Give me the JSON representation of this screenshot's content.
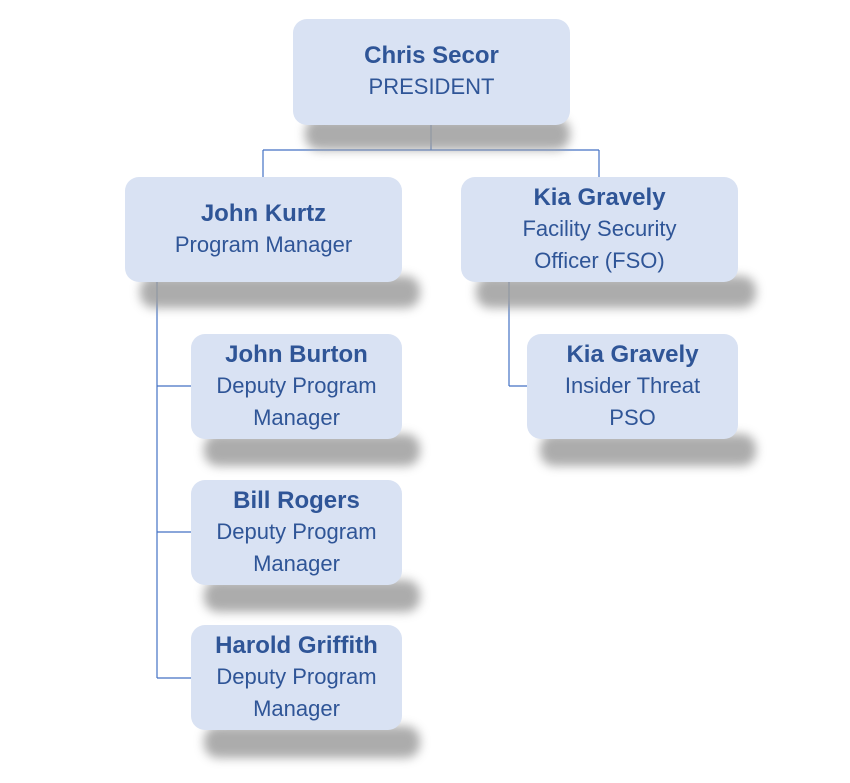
{
  "colors": {
    "box_fill": "#d9e2f3",
    "text": "#2f5597",
    "connector": "#4472c4",
    "shadow": "#9e9e9e"
  },
  "president": {
    "name": "Chris Secor",
    "title": "PRESIDENT"
  },
  "program_manager": {
    "name": "John Kurtz",
    "title": "Program Manager"
  },
  "fso": {
    "name": "Kia Gravely",
    "title": "Facility Security Officer (FSO)"
  },
  "deputies": [
    {
      "name": "John Burton",
      "title": "Deputy Program Manager"
    },
    {
      "name": "Bill Rogers",
      "title": "Deputy Program Manager"
    },
    {
      "name": "Harold Griffith",
      "title": "Deputy Program Manager"
    }
  ],
  "insider_threat": {
    "name": "Kia Gravely",
    "title": "Insider Threat PSO"
  }
}
